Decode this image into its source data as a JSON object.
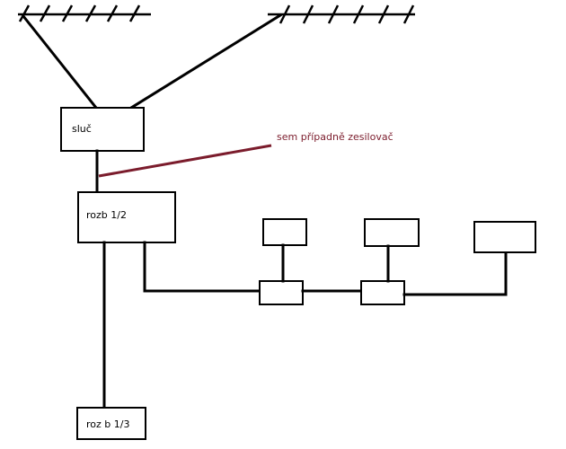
{
  "labels": {
    "combiner": "sluč",
    "splitter_main": "rozb 1/2",
    "splitter_bottom": "roz b 1/3",
    "amplifier_note": "sem případně zesilovač"
  },
  "colors": {
    "line": "#000000",
    "note": "#7b1c2c",
    "background": "#ffffff"
  }
}
